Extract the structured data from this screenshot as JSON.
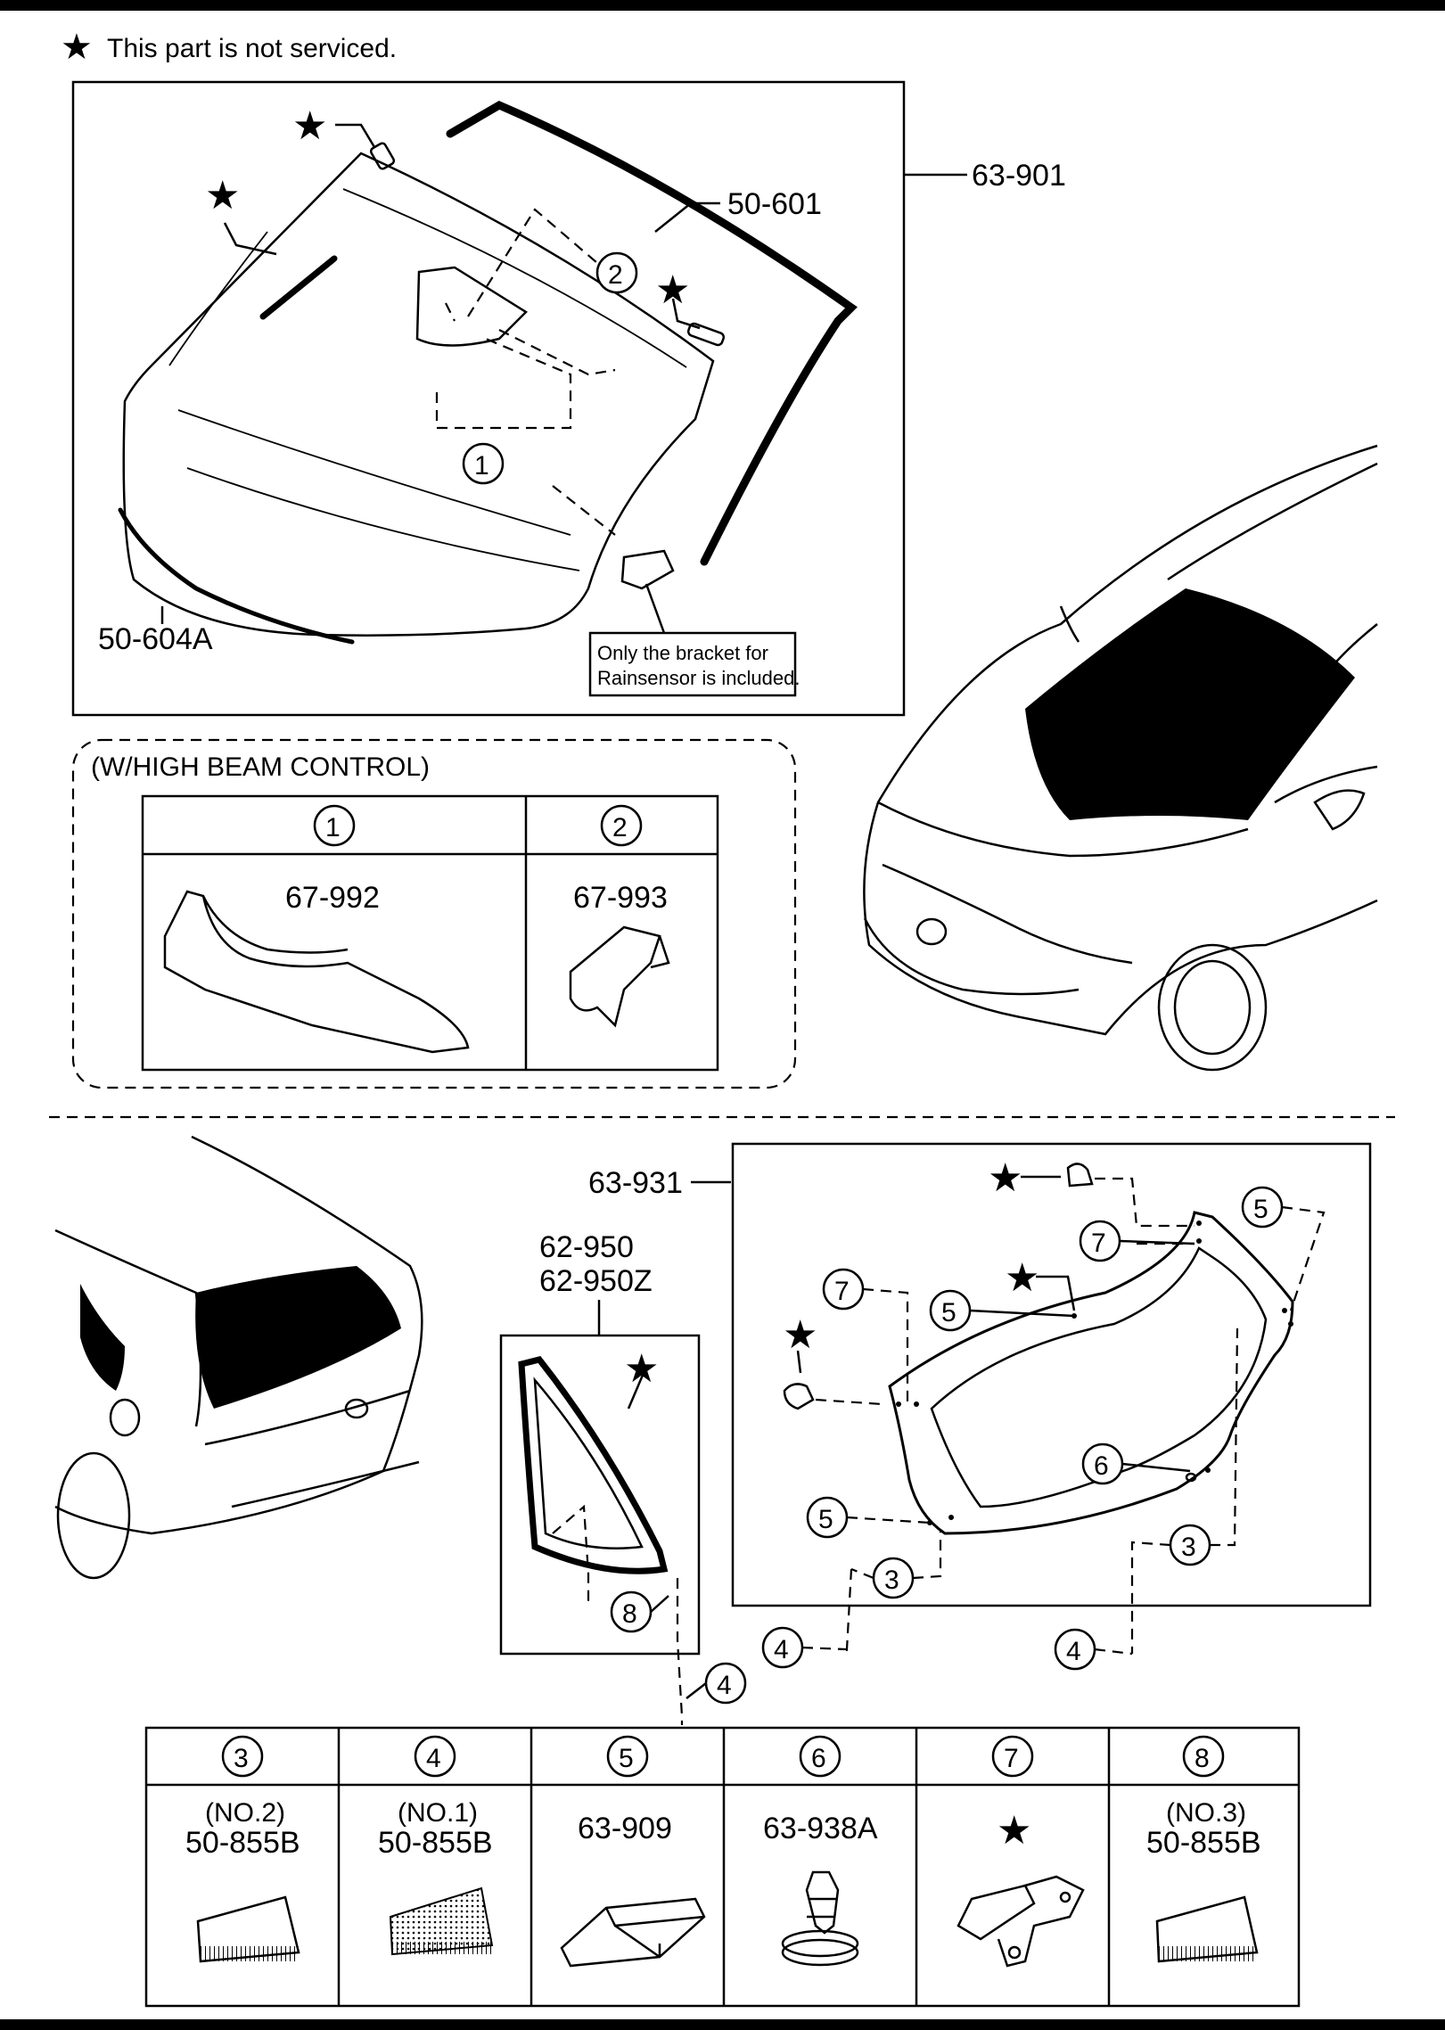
{
  "legend": {
    "star_symbol": "★",
    "text": "This part is not serviced."
  },
  "windshield": {
    "assembly_part": "63-901",
    "moulding_part": "50-601",
    "lower_moulding_part": "50-604A",
    "bracket_note_line1": "Only the bracket for",
    "bracket_note_line2": "Rainsensor is included."
  },
  "high_beam": {
    "title": "(W/HIGH BEAM CONTROL)",
    "columns": [
      {
        "ref": "1",
        "part": "67-992"
      },
      {
        "ref": "2",
        "part": "67-993"
      }
    ]
  },
  "liftgate": {
    "assembly_part": "63-931",
    "quarter_part_1": "62-950",
    "quarter_part_2": "62-950Z"
  },
  "callouts": {
    "c1": "1",
    "c2": "2",
    "c3": "3",
    "c4": "4",
    "c5": "5",
    "c6": "6",
    "c7": "7",
    "c8": "8",
    "star": "★"
  },
  "parts_table": {
    "columns": [
      {
        "ref": "3",
        "sub": "(NO.2)",
        "part": "50-855B",
        "icon": "tape-icon"
      },
      {
        "ref": "4",
        "sub": "(NO.1)",
        "part": "50-855B",
        "icon": "tape-icon"
      },
      {
        "ref": "5",
        "sub": "",
        "part": "63-909",
        "icon": "block-icon"
      },
      {
        "ref": "6",
        "sub": "",
        "part": "63-938A",
        "icon": "clip-icon"
      },
      {
        "ref": "7",
        "sub": "",
        "part": "★",
        "icon": "bracket-icon"
      },
      {
        "ref": "8",
        "sub": "(NO.3)",
        "part": "50-855B",
        "icon": "tape-icon"
      }
    ]
  }
}
